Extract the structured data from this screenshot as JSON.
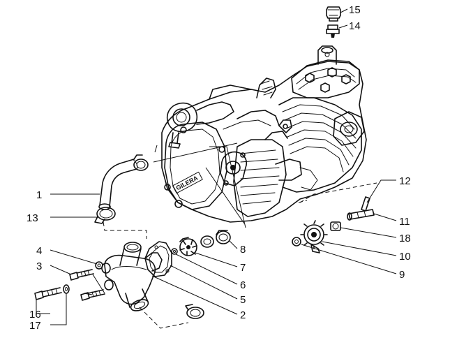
{
  "diagram": {
    "brand_text": "GILERA",
    "callouts": {
      "c1": "1",
      "c2": "2",
      "c3": "3",
      "c4": "4",
      "c5": "5",
      "c6": "6",
      "c7": "7",
      "c8": "8",
      "c9": "9",
      "c10": "10",
      "c11": "11",
      "c12": "12",
      "c13": "13",
      "c14": "14",
      "c15": "15",
      "c16": "16",
      "c17": "17",
      "c18": "18"
    },
    "ink_color": "#111111",
    "background": "#ffffff"
  }
}
